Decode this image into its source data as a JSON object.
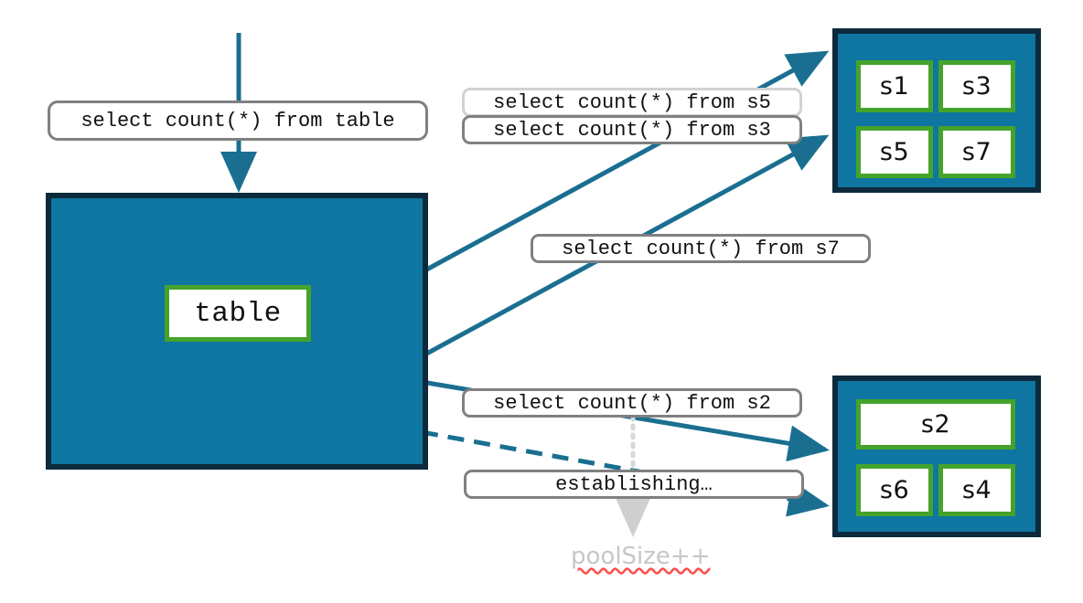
{
  "diagram": {
    "title": "sharded table fan-out query diagram",
    "colors": {
      "node_fill": "#0e76a0",
      "node_border": "#0d2a3c",
      "leaf_border": "#45a32c",
      "leaf_fill": "#ffffff",
      "edge": "#1a6f91",
      "pill_border": "#808080",
      "pill_border_light": "#d2d2d2",
      "ghost_text": "#c7c7c7",
      "spellcheck_underline": "#ff4d4d",
      "background": "#ffffff"
    }
  },
  "root_query": {
    "label": "select count(*) from table"
  },
  "table_node": {
    "leaf_label": "table"
  },
  "shard_group_top": {
    "shards": [
      {
        "label": "s1"
      },
      {
        "label": "s3"
      },
      {
        "label": "s5"
      },
      {
        "label": "s7"
      }
    ]
  },
  "shard_group_bottom": {
    "shards": [
      {
        "label": "s2"
      },
      {
        "label": "s6"
      },
      {
        "label": "s4"
      }
    ]
  },
  "queries": {
    "s5": "select count(*) from s5",
    "s3": "select count(*) from s3",
    "s7": "select count(*) from s7",
    "s2": "select count(*) from s2"
  },
  "status": {
    "establishing": "establishing…"
  },
  "annotation": {
    "pool_size": "poolSize++"
  }
}
